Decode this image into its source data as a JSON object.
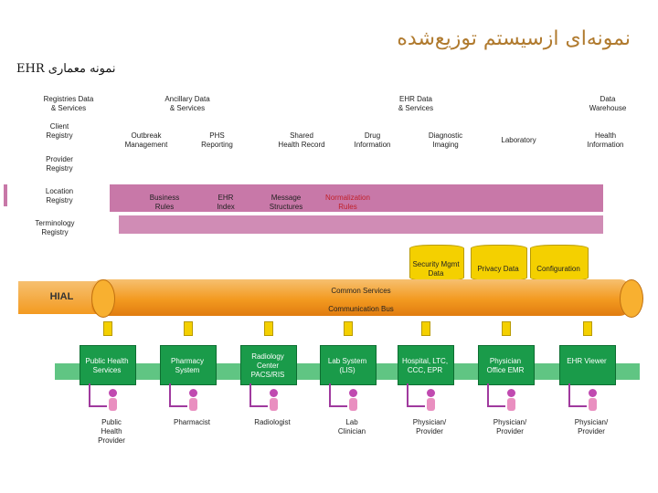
{
  "title": "نمونه‌ای ازسیستم توزیع‌شده",
  "subtitle_ehr": "EHR",
  "subtitle_fa": "نمونه معماری",
  "top_labels": {
    "registries": "Registries Data\n& Services",
    "ancillary": "Ancillary Data\n& Services",
    "ehr_data": "EHR Data\n& Services",
    "warehouse": "Data\nWarehouse"
  },
  "registries": {
    "client": "Client\nRegistry",
    "provider": "Provider\nRegistry",
    "location": "Location\nRegistry",
    "terminology": "Terminology\nRegistry"
  },
  "services_row": {
    "outbreak": "Outbreak\nManagement",
    "phs": "PHS\nReporting",
    "shared": "Shared\nHealth Record",
    "drug": "Drug\nInformation",
    "diagnostic": "Diagnostic\nImaging",
    "laboratory": "Laboratory",
    "health_info": "Health\nInformation"
  },
  "pink_bar": {
    "business": "Business\nRules",
    "ehr_index": "EHR\nIndex",
    "message": "Message\nStructures",
    "normalization": "Normalization\nRules"
  },
  "hial_row": {
    "security": "Security Mgmt\nData",
    "privacy": "Privacy Data",
    "configuration": "Configuration"
  },
  "hial": "HIAL",
  "common_services": "Common Services",
  "communication_bus": "Communication Bus",
  "systems": [
    {
      "label": "Public Health\nServices"
    },
    {
      "label": "Pharmacy\nSystem"
    },
    {
      "label": "Radiology\nCenter\nPACS/RIS"
    },
    {
      "label": "Lab System\n(LIS)"
    },
    {
      "label": "Hospital, LTC,\nCCC, EPR"
    },
    {
      "label": "Physician\nOffice EMR"
    },
    {
      "label": "EHR Viewer"
    }
  ],
  "users": [
    {
      "label": "Public\nHealth\nProvider"
    },
    {
      "label": "Pharmacist"
    },
    {
      "label": "Radiologist"
    },
    {
      "label": "Lab\nClinician"
    },
    {
      "label": "Physician/\nProvider"
    },
    {
      "label": "Physician/\nProvider"
    },
    {
      "label": "Physician/\nProvider"
    }
  ],
  "colors": {
    "title": "#b07a2e",
    "pink_bar": "#c878a8",
    "system_box": "#1a9b4a",
    "store": "#f4d000",
    "bus": "#f39a20",
    "user": "#e98fc0",
    "user_line": "#a03a9e"
  }
}
